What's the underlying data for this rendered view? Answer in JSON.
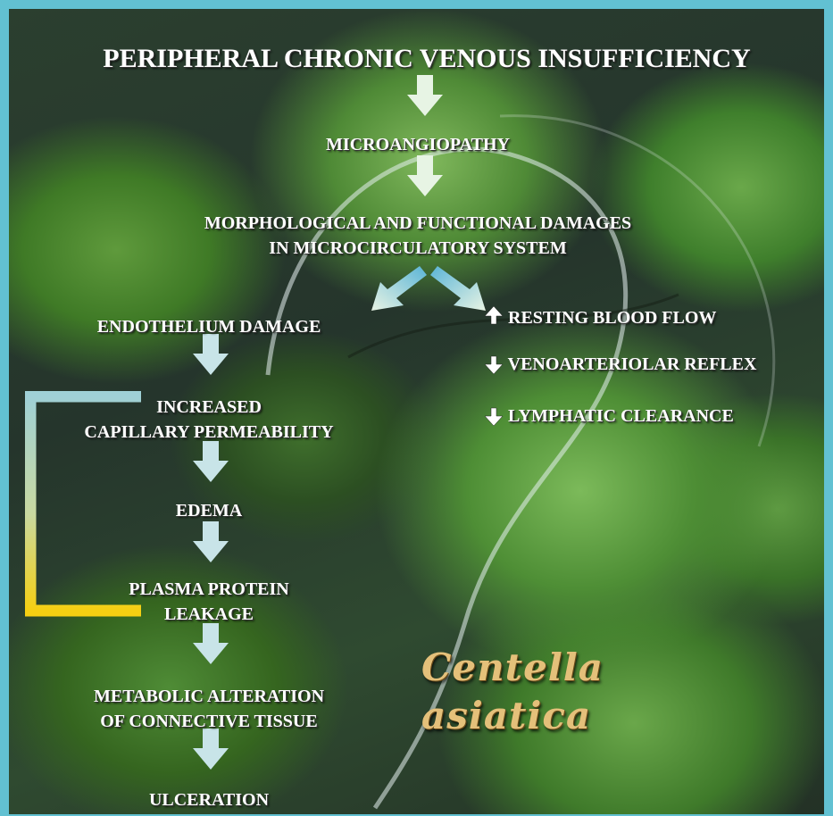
{
  "title": "PERIPHERAL CHRONIC VENOUS INSUFFICIENCY",
  "chain": {
    "microangiopathy": "MICROANGIOPATHY",
    "damages_line1": "MORPHOLOGICAL AND FUNCTIONAL DAMAGES",
    "damages_line2": "IN MICROCIRCULATORY SYSTEM",
    "endothelium": "ENDOTHELIUM DAMAGE",
    "permeability_line1": "INCREASED",
    "permeability_line2": "CAPILLARY PERMEABILITY",
    "edema": "EDEMA",
    "plasma_line1": "PLASMA PROTEIN",
    "plasma_line2": "LEAKAGE",
    "metabolic_line1": "METABOLIC ALTERATION",
    "metabolic_line2": "OF CONNECTIVE TISSUE",
    "ulceration": "ULCERATION"
  },
  "effects": [
    {
      "direction": "up",
      "label": "RESTING BLOOD FLOW"
    },
    {
      "direction": "down",
      "label": "VENOARTERIOLAR REFLEX"
    },
    {
      "direction": "down",
      "label": "LYMPHATIC CLEARANCE"
    }
  ],
  "plant": {
    "line1": "Centella",
    "line2": "asiatica"
  },
  "colors": {
    "frame": "#62c1d2",
    "feedback_top": "#9fd0d6",
    "feedback_bottom": "#f5cf12",
    "arrow_light": "#e8f4e4",
    "arrow_blue": "#5ab4d6"
  }
}
